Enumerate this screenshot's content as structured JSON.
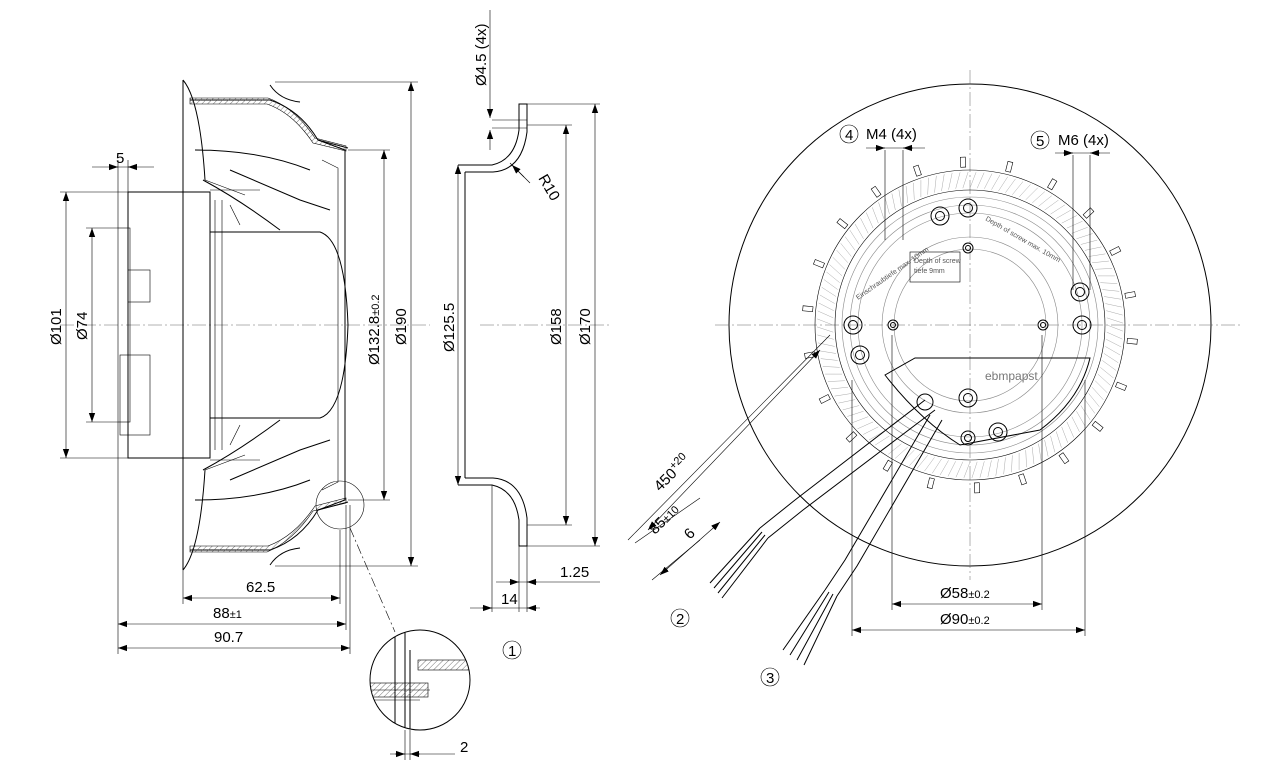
{
  "side_view": {
    "dims": {
      "d5": "5",
      "d101": "Ø101",
      "d74": "Ø74",
      "d132": "Ø132.8",
      "d132_tol": "±0.2",
      "d190": "Ø190",
      "l62": "62.5",
      "l88": "88",
      "l88_tol": "±1",
      "l90": "90.7"
    }
  },
  "ring_view": {
    "dims": {
      "hole": "Ø4.5 (4x)",
      "radius": "R10",
      "d125": "Ø125.5",
      "d158": "Ø158",
      "d170": "Ø170",
      "t125": "1.25",
      "w14": "14"
    },
    "callout": "1"
  },
  "detail": {
    "dim2": "2"
  },
  "front_view": {
    "m4": {
      "num": "4",
      "label": "M4 (4x)"
    },
    "m6": {
      "num": "5",
      "label": "M6 (4x)"
    },
    "cable_len": "450",
    "cable_len_tol": "+20",
    "strip85": "85",
    "strip85_tol": "±10",
    "strip6": "6",
    "d58": "Ø58",
    "d58_tol": "±0.2",
    "d90": "Ø90",
    "d90_tol": "±0.2",
    "callout2": "2",
    "callout3": "3",
    "note_depth_left": "Einschraubtiefe max. 10mm",
    "note_depth_right": "Depth of screw max. 10mm",
    "note_plate_1": "Depth of screw",
    "note_plate_2": "tiefe 9mm",
    "brand": "ebmpapst"
  }
}
